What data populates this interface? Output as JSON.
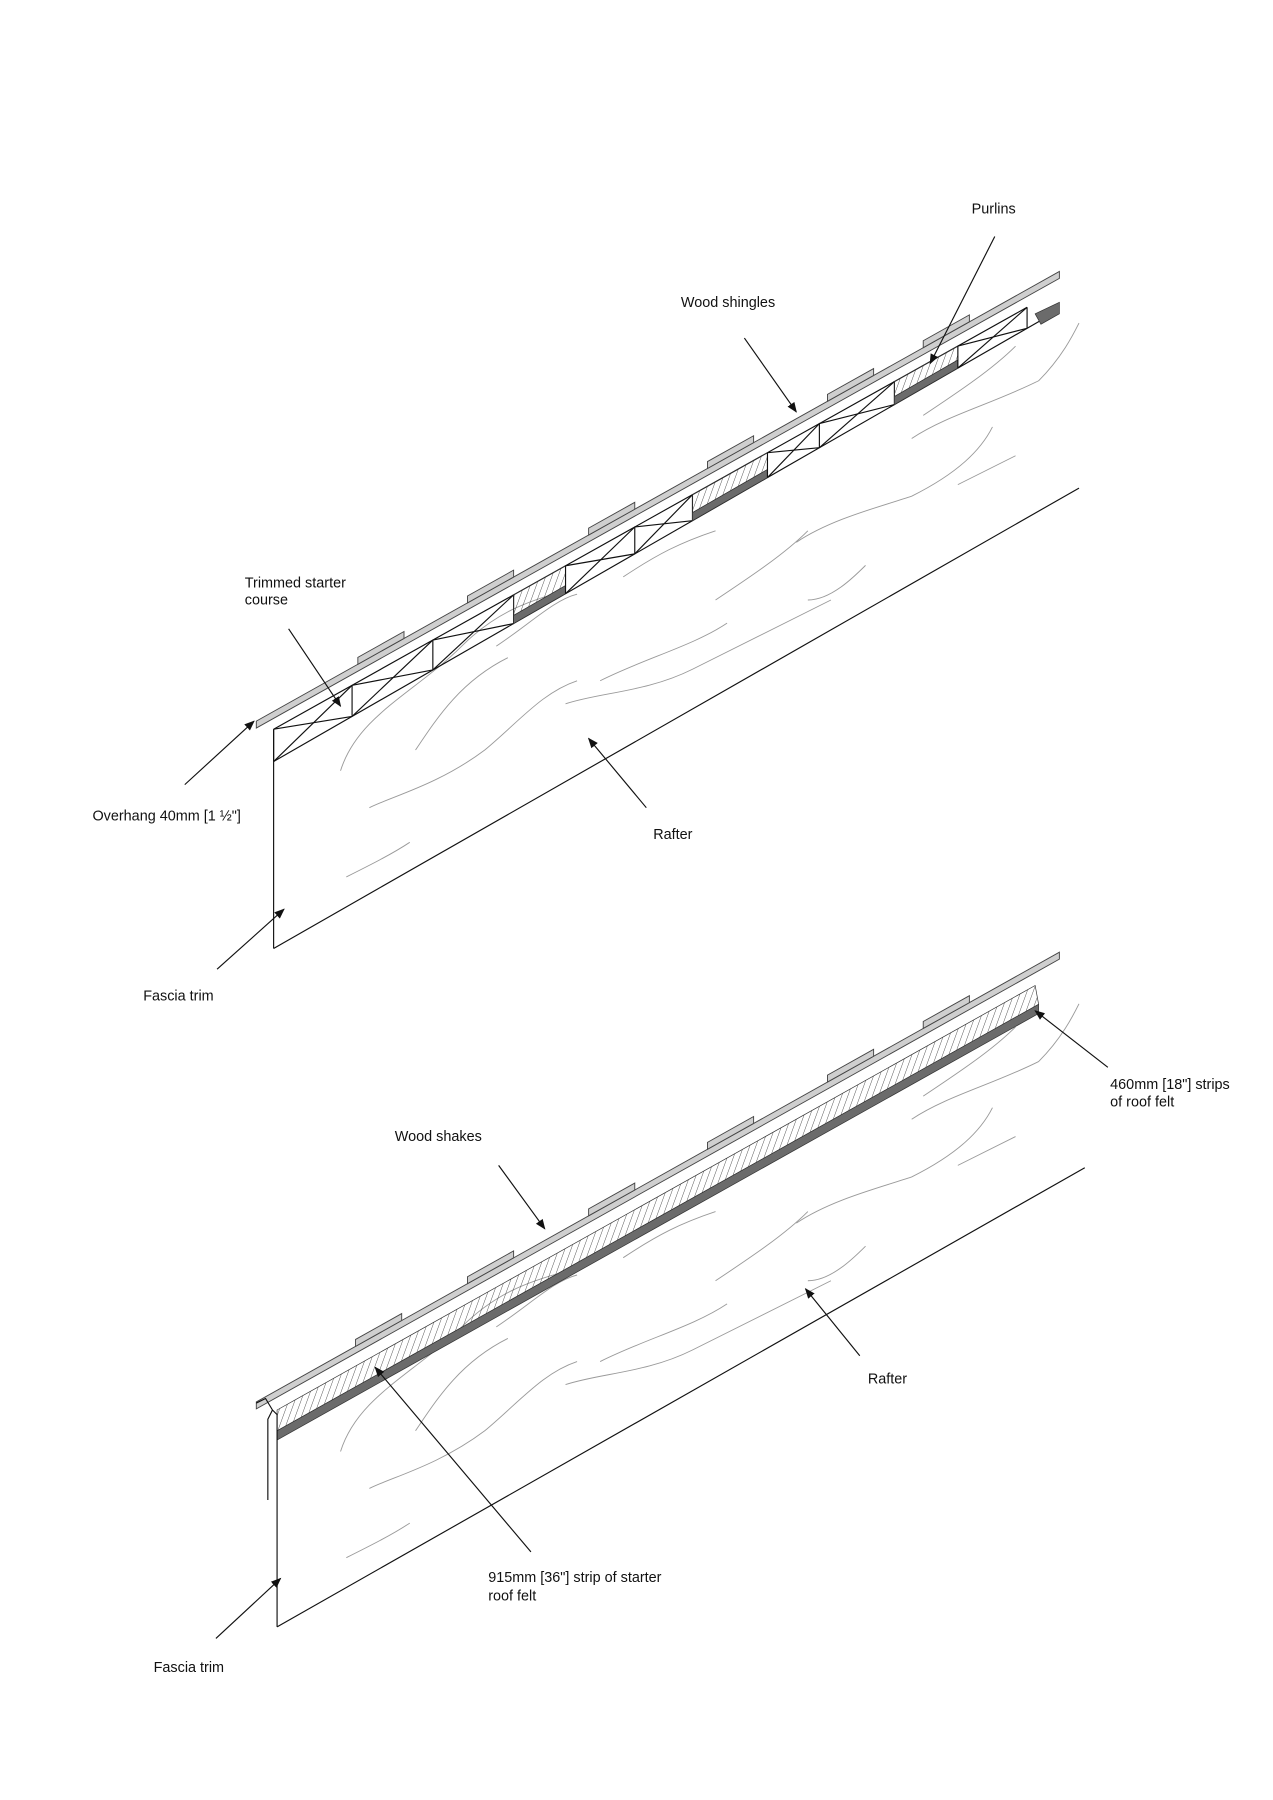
{
  "top_diagram": {
    "labels": {
      "purlins": "Purlins",
      "wood_shingles": "Wood shingles",
      "trimmed_starter_line1": "Trimmed starter",
      "trimmed_starter_line2": "course",
      "overhang": "Overhang 40mm [1 ½\"]",
      "rafter": "Rafter",
      "fascia_trim": "Fascia trim"
    }
  },
  "bottom_diagram": {
    "labels": {
      "wood_shakes": "Wood shakes",
      "felt_strips_line1": "460mm [18\"] strips",
      "felt_strips_line2": "of roof felt",
      "rafter": "Rafter",
      "starter_felt_line1": "915mm [36\"] strip of starter",
      "starter_felt_line2": "roof felt",
      "fascia_trim": "Fascia trim"
    }
  },
  "colors": {
    "shingle": "#cfcfcf",
    "felt": "#6b6b6b",
    "grain": "#9a9a9a"
  }
}
